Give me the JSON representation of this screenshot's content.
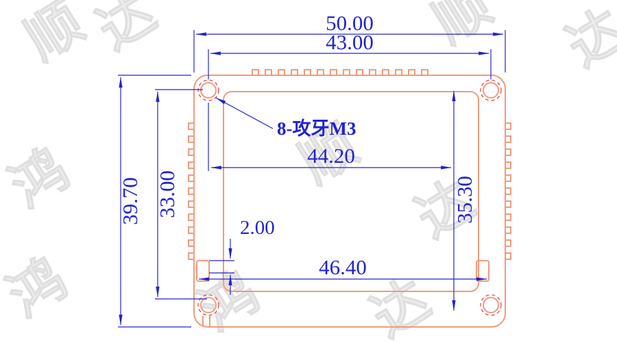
{
  "dims": {
    "overall_width": "50.00",
    "hole_span_horizontal": "43.00",
    "cavity_width": "44.20",
    "cavity_height": "35.30",
    "hole_span_vertical": "33.00",
    "overall_height": "39.70",
    "step_thickness": "2.00",
    "channel_width": "46.40"
  },
  "callout": "8-攻牙M3",
  "colors": {
    "dimension_blue": "#2323cf",
    "profile_orange": "#f19a7b",
    "thread_red": "#e23b3b",
    "watermark_gray": "#eeeeee"
  },
  "watermark": {
    "chars": [
      "顺",
      "达",
      "顺",
      "达",
      "鸿",
      "鸿",
      "顺",
      "达",
      "鸿",
      "达"
    ]
  }
}
